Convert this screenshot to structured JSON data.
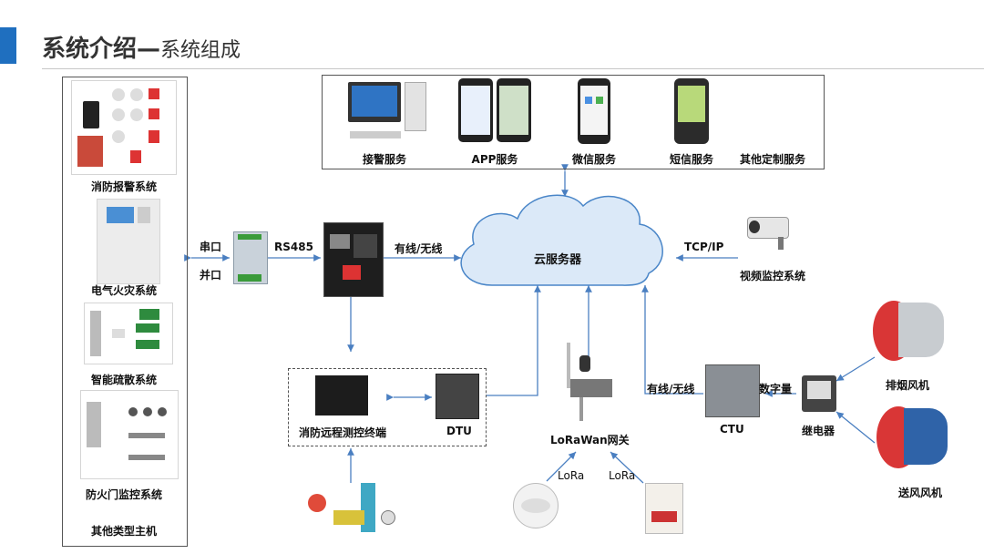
{
  "header": {
    "title_main": "系统介绍—",
    "title_sub": "系统组成"
  },
  "left_systems": [
    "消防报警系统",
    "电气火灾系统",
    "智能疏散系统",
    "防火门监控系统",
    "其他类型主机"
  ],
  "services": [
    "接警服务",
    "APP服务",
    "微信服务",
    "短信服务",
    "其他定制服务"
  ],
  "links": {
    "serial": "串口",
    "parallel": "并口",
    "rs485": "RS485",
    "wired_wireless_1": "有线/无线",
    "tcpip": "TCP/IP",
    "wired_wireless_2": "有线/无线",
    "digital": "数字量",
    "lora_1": "LoRa",
    "lora_2": "LoRa"
  },
  "nodes": {
    "cloud": "云服务器",
    "video": "视频监控系统",
    "terminal": "消防远程测控终端",
    "dtu": "DTU",
    "lorawan": "LoRaWan网关",
    "ctu": "CTU",
    "relay": "继电器",
    "smoke_fan": "排烟风机",
    "supply_fan": "送风风机"
  },
  "colors": {
    "accent": "#1f6fbf",
    "arrow": "#4a7fc1",
    "cloud_fill": "#dbe9f8",
    "cloud_stroke": "#4a86c8"
  }
}
